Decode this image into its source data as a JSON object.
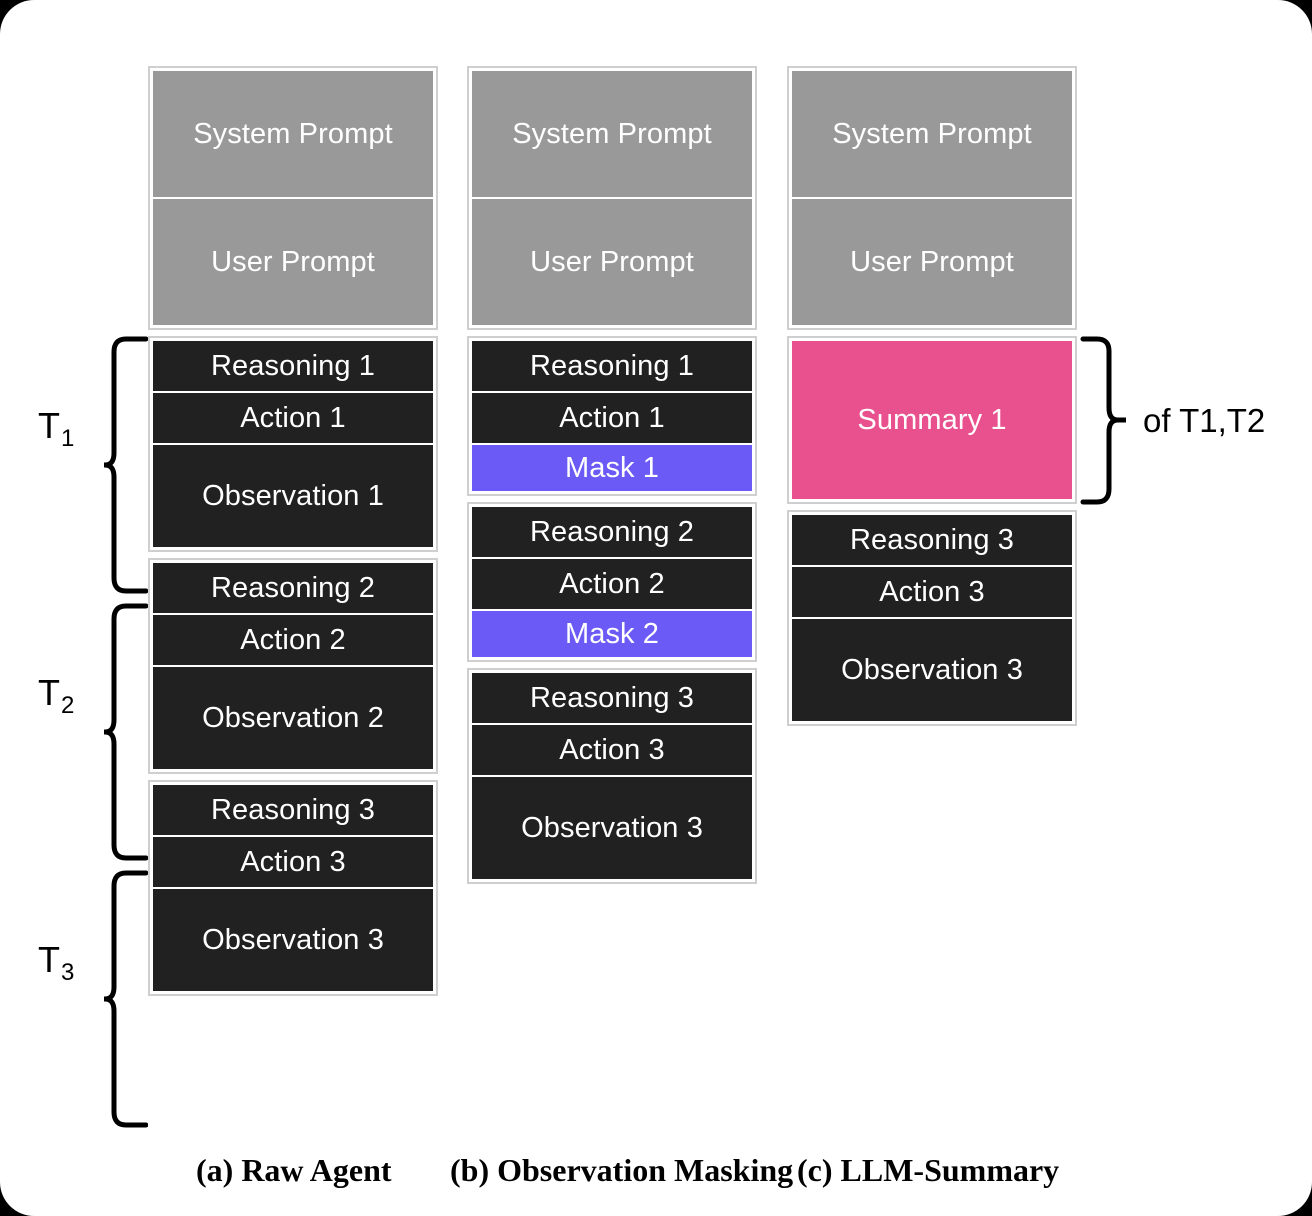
{
  "figure": {
    "columns": [
      {
        "id": "raw-agent",
        "caption": "(a) Raw Agent",
        "header_blocks": [
          {
            "label": "System Prompt",
            "style": "gray"
          },
          {
            "label": "User Prompt",
            "style": "gray"
          }
        ],
        "steps": [
          {
            "turn_label": "T",
            "turn_index": "1",
            "blocks": [
              {
                "label": "Reasoning 1",
                "style": "dark"
              },
              {
                "label": "Action 1",
                "style": "dark"
              },
              {
                "label": "Observation 1",
                "style": "dark"
              }
            ]
          },
          {
            "turn_label": "T",
            "turn_index": "2",
            "blocks": [
              {
                "label": "Reasoning 2",
                "style": "dark"
              },
              {
                "label": "Action 2",
                "style": "dark"
              },
              {
                "label": "Observation 2",
                "style": "dark"
              }
            ]
          },
          {
            "turn_label": "T",
            "turn_index": "3",
            "blocks": [
              {
                "label": "Reasoning 3",
                "style": "dark"
              },
              {
                "label": "Action 3",
                "style": "dark"
              },
              {
                "label": "Observation 3",
                "style": "dark"
              }
            ]
          }
        ]
      },
      {
        "id": "observation-masking",
        "caption": "(b) Observation Masking",
        "header_blocks": [
          {
            "label": "System Prompt",
            "style": "gray"
          },
          {
            "label": "User Prompt",
            "style": "gray"
          }
        ],
        "steps": [
          {
            "blocks": [
              {
                "label": "Reasoning 1",
                "style": "dark"
              },
              {
                "label": "Action 1",
                "style": "dark"
              },
              {
                "label": "Mask 1",
                "style": "mask"
              }
            ]
          },
          {
            "blocks": [
              {
                "label": "Reasoning 2",
                "style": "dark"
              },
              {
                "label": "Action 2",
                "style": "dark"
              },
              {
                "label": "Mask 2",
                "style": "mask"
              }
            ]
          },
          {
            "blocks": [
              {
                "label": "Reasoning 3",
                "style": "dark"
              },
              {
                "label": "Action 3",
                "style": "dark"
              },
              {
                "label": "Observation 3",
                "style": "dark"
              }
            ]
          }
        ]
      },
      {
        "id": "llm-summary",
        "caption": "(c) LLM-Summary",
        "header_blocks": [
          {
            "label": "System Prompt",
            "style": "gray"
          },
          {
            "label": "User Prompt",
            "style": "gray"
          }
        ],
        "summary_block": {
          "label": "Summary 1",
          "style": "pink"
        },
        "summary_annotation": "of T1,T2",
        "steps": [
          {
            "blocks": [
              {
                "label": "Reasoning 3",
                "style": "dark"
              },
              {
                "label": "Action 3",
                "style": "dark"
              },
              {
                "label": "Observation 3",
                "style": "dark"
              }
            ]
          }
        ]
      }
    ],
    "colors": {
      "prompt_gray": "#999999",
      "step_dark": "#212121",
      "mask_purple": "#6B5AF5",
      "summary_pink": "#E9518E",
      "background": "#FFFFFF",
      "group_border": "#CFCFCF"
    }
  }
}
